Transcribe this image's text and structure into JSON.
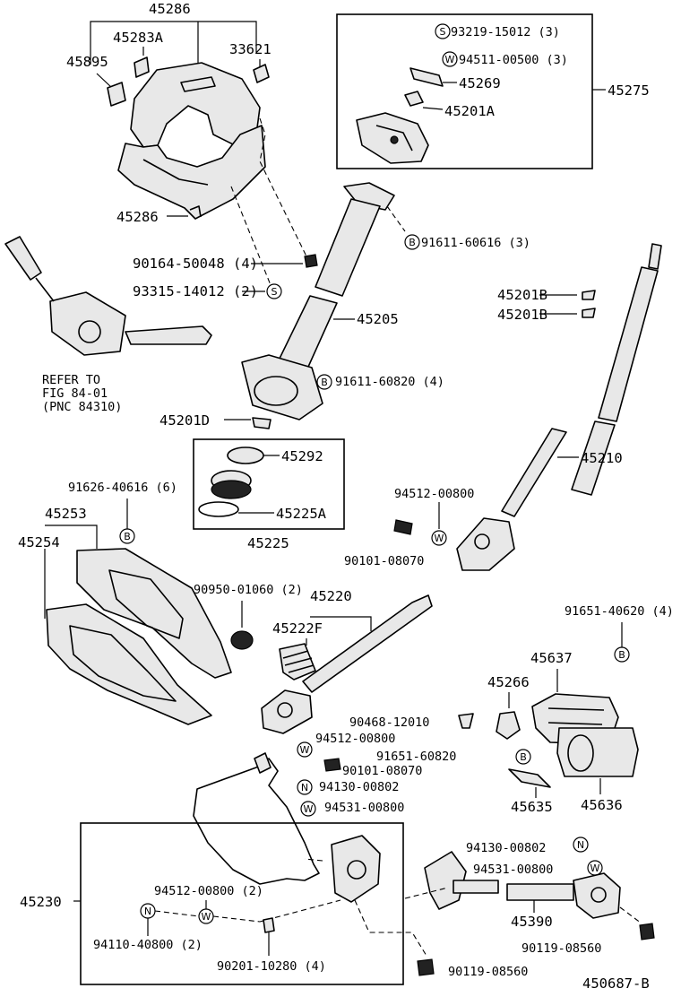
{
  "labels": {
    "p45286_top": "45286",
    "p45283A": "45283A",
    "p33621": "33621",
    "p45895": "45895",
    "p45286_low": "45286",
    "p90164": "90164-50048 (4)",
    "p93315": "93315-14012 (2)",
    "p93219": "93219-15012 (3)",
    "p94511": "94511-00500 (3)",
    "p45269": "45269",
    "p45201A": "45201A",
    "p45275": "45275",
    "p91611_a": "91611-60616 (3)",
    "p45205": "45205",
    "p91611_b": "91611-60820 (4)",
    "p45201D": "45201D",
    "p45201B_1": "45201B",
    "p45201B_2": "45201B",
    "p45210": "45210",
    "p45292": "45292",
    "p45225A": "45225A",
    "p45225": "45225",
    "refer1": "REFER TO",
    "refer2": "FIG 84-01",
    "refer3": "(PNC 84310)",
    "p91626": "91626-40616 (6)",
    "p45253": "45253",
    "p45254": "45254",
    "p90950": "90950-01060 (2)",
    "p45220": "45220",
    "p45222F": "45222F",
    "p94512_a": "94512-00800",
    "p90101_a": "90101-08070",
    "p91651_a": "91651-40620 (4)",
    "p45637": "45637",
    "p45266": "45266",
    "p90468": "90468-12010",
    "p94512_b": "94512-00800",
    "p91651_b": "91651-60820",
    "p90101_b": "90101-08070",
    "p94130_a": "94130-00802",
    "p94531_a": "94531-00800",
    "p45635": "45635",
    "p45636": "45636",
    "p45230": "45230",
    "p94512_c": "94512-00800 (2)",
    "p94110": "94110-40800 (2)",
    "p90201": "90201-10280 (4)",
    "p94130_b": "94130-00802",
    "p94531_b": "94531-00800",
    "p45390": "45390",
    "p90119_a": "90119-08560",
    "p90119_b": "90119-08560",
    "diagram_id": "450687-B"
  },
  "symbols": {
    "s": "S",
    "w": "W",
    "b": "B",
    "n": "N"
  }
}
